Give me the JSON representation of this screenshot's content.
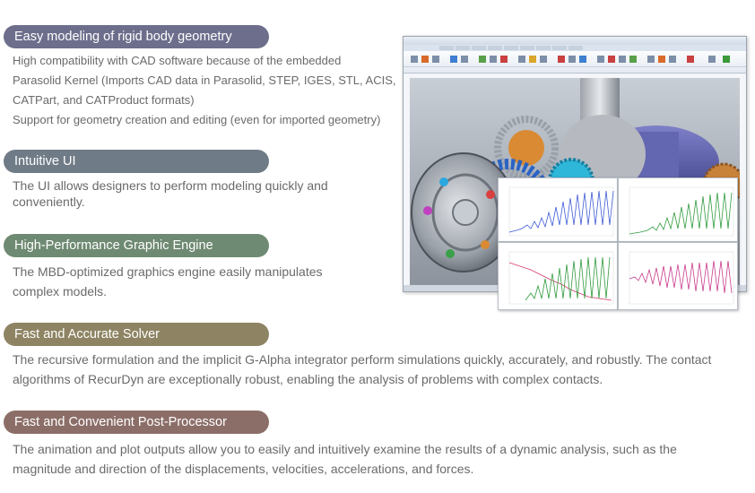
{
  "sections": [
    {
      "heading": "Easy modeling of rigid body geometry",
      "color": "#6d6e8c",
      "lines": [
        "High compatibility with CAD software because of the embedded",
        "Parasolid Kernel (Imports CAD data in Parasolid, STEP, IGES, STL, ACIS,",
        "CATPart, and CATProduct formats)",
        "Support for geometry creation and editing (even for imported geometry)"
      ]
    },
    {
      "heading": "Intuitive UI",
      "color": "#6f7b86",
      "lines": [
        "The UI allows designers to perform modeling quickly and",
        "conveniently."
      ]
    },
    {
      "heading": "High-Performance Graphic Engine",
      "color": "#6f8a72",
      "lines": [
        "The MBD-optimized graphics engine easily manipulates",
        "complex models."
      ]
    },
    {
      "heading": "Fast and Accurate Solver",
      "color": "#8e8463",
      "lines": [
        "The recursive formulation and the implicit G-Alpha integrator perform simulations quickly, accurately, and robustly. The contact",
        "algorithms of RecurDyn are exceptionally robust, enabling the analysis of problems with complex contacts."
      ]
    },
    {
      "heading": "Fast and Convenient Post-Processor",
      "color": "#8c6e68",
      "lines": [
        "The animation and plot outputs allow you to easily and intuitively examine the results of a dynamic analysis, such as the",
        "magnitude and direction of the displacements, velocities, accelerations, and forces."
      ]
    }
  ],
  "screenshot": {
    "plot_colors": [
      "#3d5ad6",
      "#2f9a3c",
      "#d23a6e",
      "#c83a8a"
    ]
  }
}
